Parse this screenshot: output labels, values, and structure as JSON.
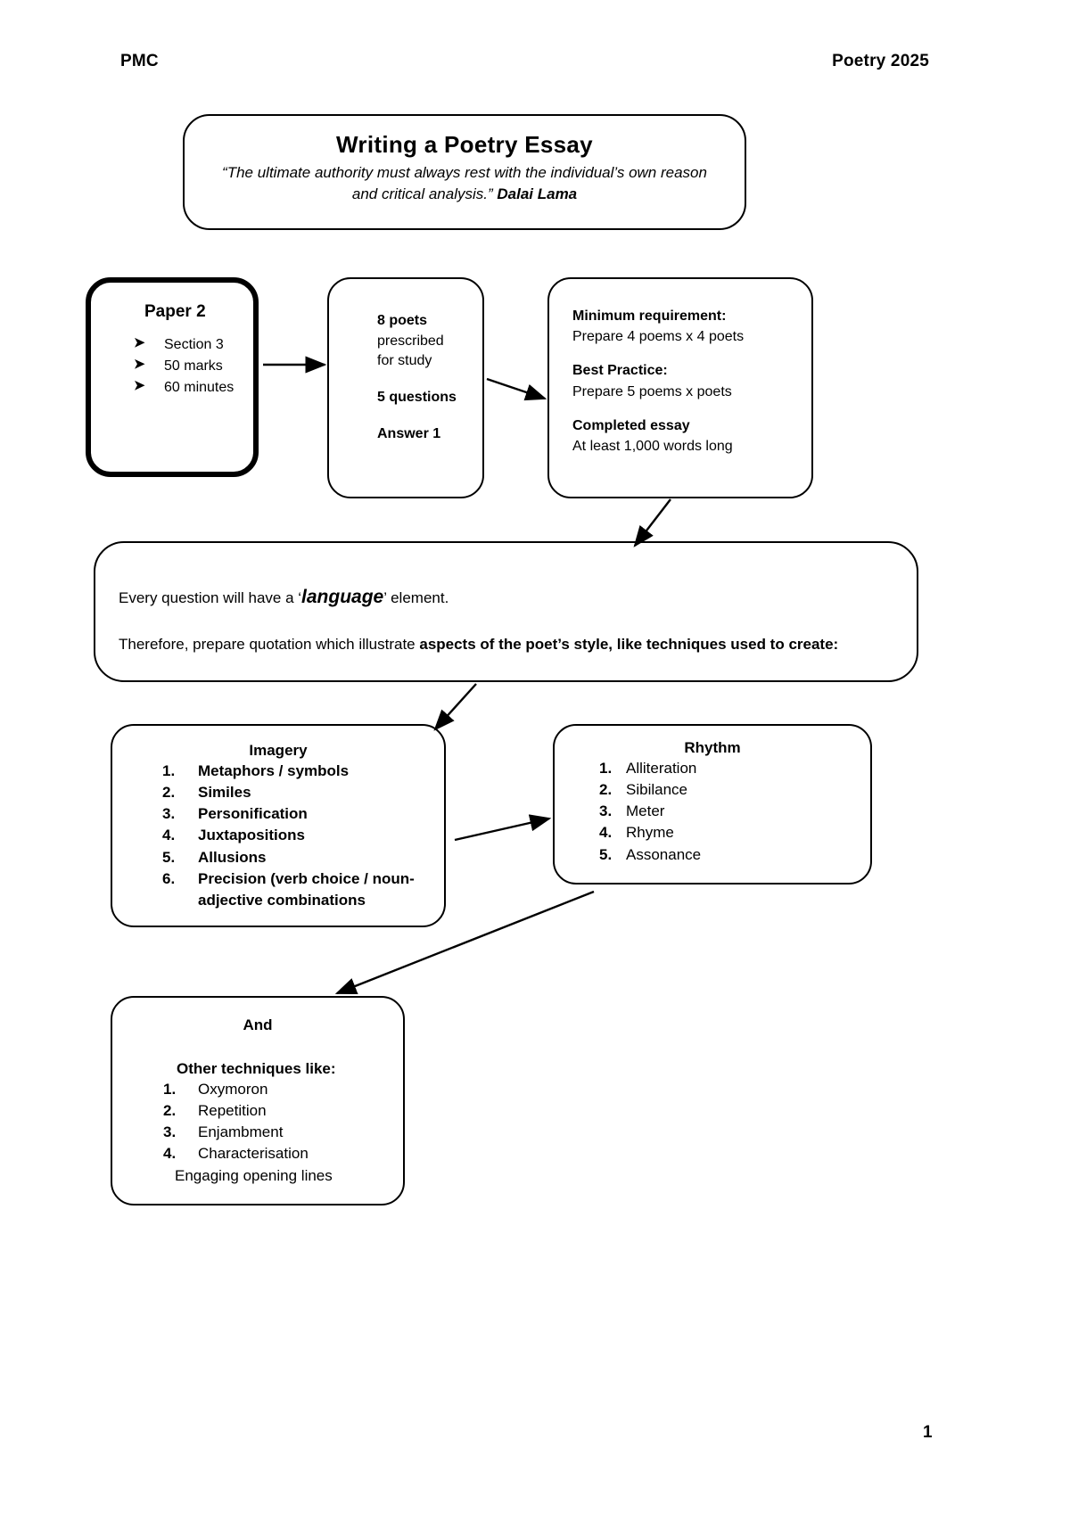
{
  "header": {
    "left": "PMC",
    "right": "Poetry 2025"
  },
  "page_number": "1",
  "title_box": {
    "title": "Writing a Poetry Essay",
    "quote": "“The ultimate authority must always rest with the individual’s own reason and critical analysis.”",
    "author": "Dalai Lama"
  },
  "paper_box": {
    "title": "Paper 2",
    "bullet_glyph": "➤",
    "items": [
      "Section 3",
      "50 marks",
      "60 minutes"
    ]
  },
  "poets_box": {
    "line1_bold": "8 poets",
    "line2": "prescribed",
    "line3": "for study",
    "line4_bold": "5 questions",
    "line5_bold": "Answer 1"
  },
  "requirement_box": {
    "minimum_label": "Minimum requirement:",
    "minimum_text": "Prepare 4 poems x 4 poets",
    "best_label": "Best Practice:",
    "best_text": "Prepare 5 poems x poets",
    "completed_label": "Completed essay",
    "completed_text": "At least 1,000 words long"
  },
  "language_box": {
    "line1_pre": "Every question will have a ‘",
    "line1_emph": "language",
    "line1_post": "’ element.",
    "line2_pre": "Therefore, prepare quotation which illustrate ",
    "line2_strong": "aspects of the poet’s style, like techniques used to create:"
  },
  "imagery_box": {
    "title": "Imagery",
    "items": [
      "Metaphors / symbols",
      "Similes",
      "Personification",
      "Juxtapositions",
      "Allusions",
      "Precision (verb choice / noun-adjective combinations"
    ]
  },
  "rhythm_box": {
    "title": "Rhythm",
    "items": [
      "Alliteration",
      "Sibilance",
      "Meter",
      "Rhyme",
      "Assonance"
    ]
  },
  "and_box": {
    "title": "And",
    "subtitle": "Other techniques like:",
    "items": [
      "Oxymoron",
      "Repetition",
      "Enjambment",
      "Characterisation"
    ],
    "extra": "Engaging opening lines"
  },
  "colors": {
    "ink": "#000000",
    "paper": "#ffffff"
  }
}
